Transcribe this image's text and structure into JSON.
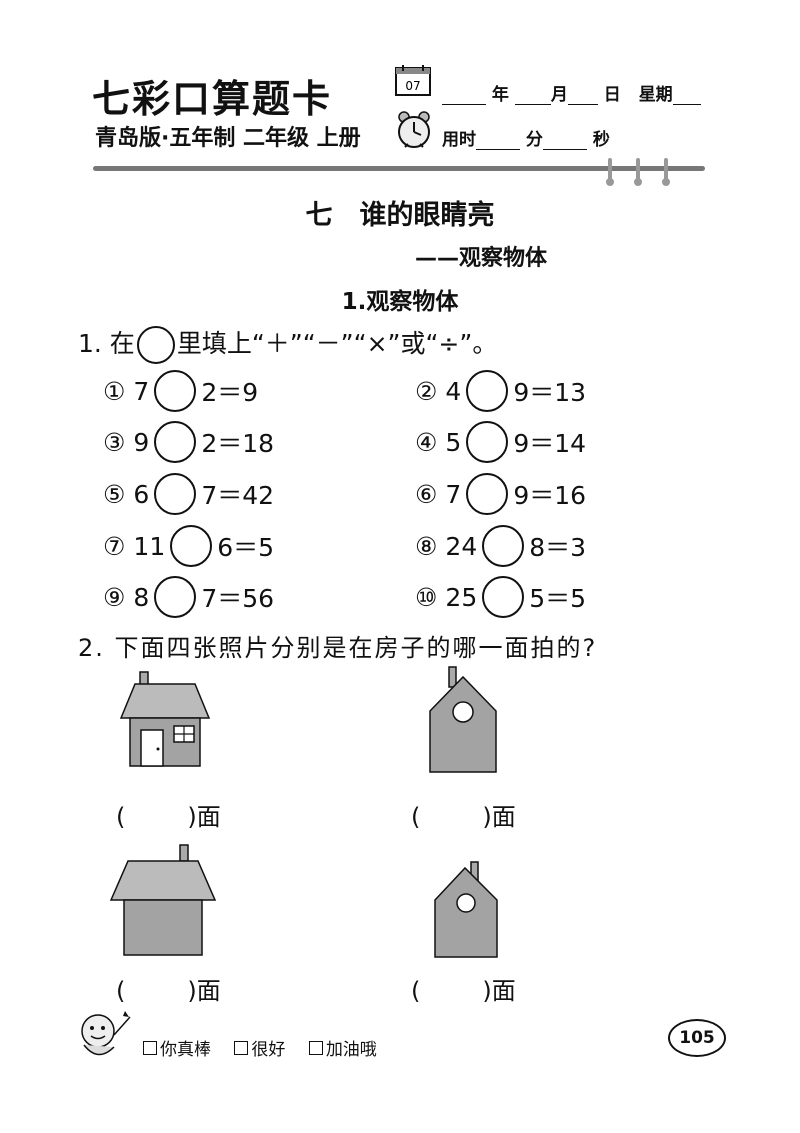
{
  "header": {
    "brand_title": "七彩口算题卡",
    "brand_subtitle": "青岛版·五年制 二年级 上册",
    "calendar_number": "07",
    "date_year": "年",
    "date_month": "月",
    "date_day": "日",
    "date_weekday": "星期",
    "time_label": "用时",
    "time_min": "分",
    "time_sec": "秒"
  },
  "lesson": {
    "title": "七　谁的眼睛亮",
    "subtitle": "——观察物体",
    "section": "1.观察物体"
  },
  "question1": {
    "prefix": "1. 在",
    "suffix": "里填上“＋”“－”“×”或“÷”。",
    "items": [
      {
        "num": "①",
        "a": "7",
        "rest": "2＝9"
      },
      {
        "num": "②",
        "a": "4",
        "rest": "9＝13"
      },
      {
        "num": "③",
        "a": "9",
        "rest": "2＝18"
      },
      {
        "num": "④",
        "a": "5",
        "rest": "9＝14"
      },
      {
        "num": "⑤",
        "a": "6",
        "rest": "7＝42"
      },
      {
        "num": "⑥",
        "a": "7",
        "rest": "9＝16"
      },
      {
        "num": "⑦",
        "a": "11",
        "rest": "6＝5"
      },
      {
        "num": "⑧",
        "a": "24",
        "rest": "8＝3"
      },
      {
        "num": "⑨",
        "a": "8",
        "rest": "7＝56"
      },
      {
        "num": "⑩",
        "a": "25",
        "rest": "5＝5"
      }
    ]
  },
  "question2": {
    "text": "2. 下面四张照片分别是在房子的哪一面拍的?",
    "answer_open": "(",
    "answer_close": ")面"
  },
  "footer": {
    "options": [
      "你真棒",
      "很好",
      "加油哦"
    ],
    "page_number": "105"
  }
}
